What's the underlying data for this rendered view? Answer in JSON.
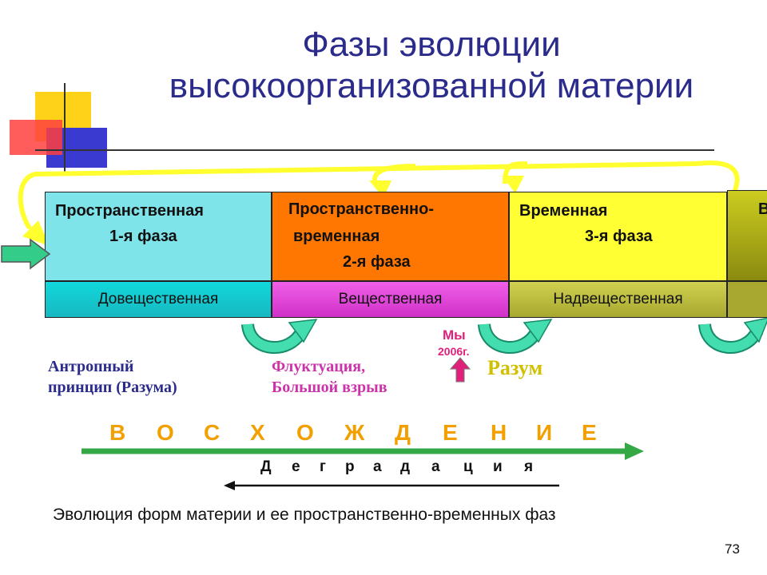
{
  "title": {
    "line1": "Фазы эволюции",
    "line2": "высокоорганизованной материи"
  },
  "phases": [
    {
      "line1": "Пространственная",
      "line2": "1-я фаза",
      "line3": "",
      "sub": "Довещественная"
    },
    {
      "line1": "Пространственно-",
      "line2": "временная",
      "line3": "2-я фаза",
      "sub": "Вещественная"
    },
    {
      "line1": "Временная",
      "line2": "3-я фаза",
      "line3": "",
      "sub": "Надвещественная"
    },
    {
      "line1": "В",
      "line2": "",
      "line3": "",
      "sub": ""
    }
  ],
  "annotations": {
    "anthropic_line1": "Антропный",
    "anthropic_line2": "принцип (Разума)",
    "fluct_line1": "Флуктуация,",
    "fluct_line2": "Большой взрыв",
    "we": "Мы",
    "year": "2006г.",
    "reason": "Разум"
  },
  "ascension_letters": [
    "В",
    "О",
    "С",
    "Х",
    "О",
    "Ж",
    "Д",
    "Е",
    "Н",
    "И",
    "Е"
  ],
  "degradation_letters": [
    "Д",
    "е",
    "г",
    "р",
    "а",
    "д",
    "а",
    "ц",
    "и",
    "я"
  ],
  "caption": "Эволюция форм материи и ее пространственно-временных фаз",
  "page_number": "73",
  "colors": {
    "title": "#2b2b8c",
    "phase1": "#7fe4ea",
    "phase2": "#ff7700",
    "phase3": "#ffff33",
    "sub1": "#16c8cc",
    "sub2": "#e040d8",
    "sub3": "#b8b840",
    "ascension": "#f2a000",
    "green_arrow": "#33a845",
    "anthropic": "#2b2b8c",
    "fluct": "#cc33aa",
    "we": "#e0207a",
    "reason": "#d0c000"
  }
}
